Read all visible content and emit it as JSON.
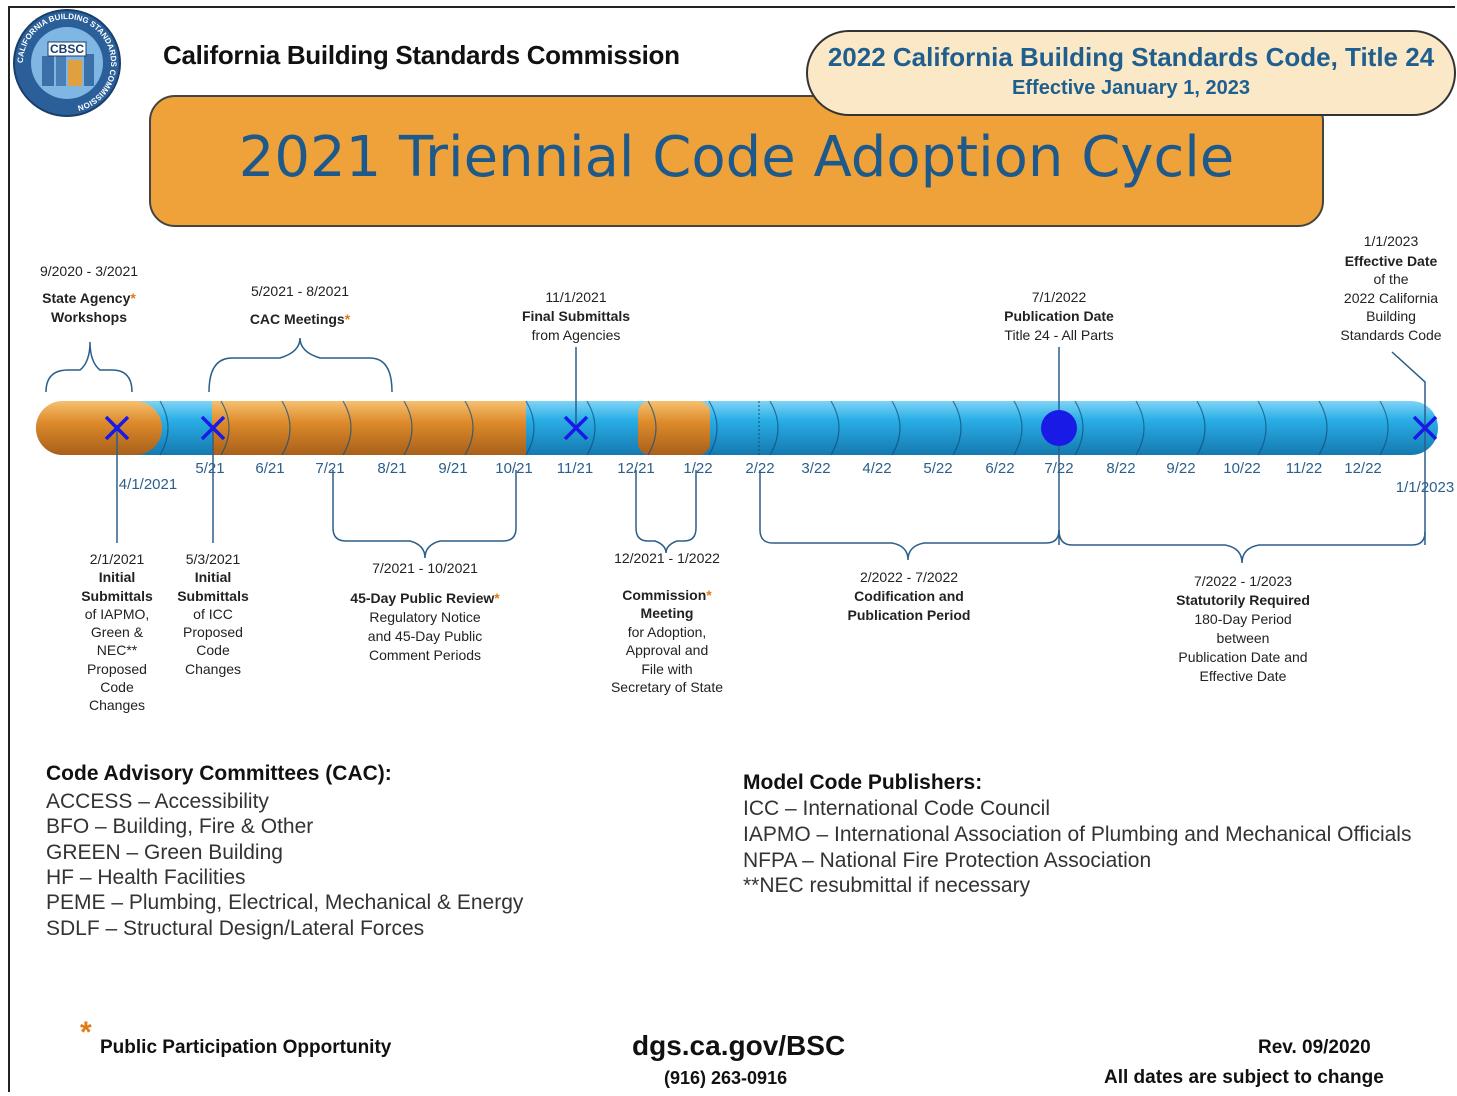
{
  "header": {
    "logo_text": "CBSC",
    "logo_ring_text": "CALIFORNIA BUILDING STANDARDS COMMISSION",
    "org_name": "California Building Standards Commission",
    "code_title": "2022 California Building Standards Code, Title 24",
    "code_effective": "Effective January 1, 2023",
    "cycle_title": "2021 Triennial Code Adoption Cycle"
  },
  "colors": {
    "orange": "#f0a23a",
    "blue_title": "#1d5a8b",
    "timeline_blue": "#29aee6",
    "timeline_orange": "#d98a2c",
    "marker": "#1a1ae6",
    "star": "#e07b16"
  },
  "timeline": {
    "month_ticks": [
      "5/21",
      "6/21",
      "7/21",
      "8/21",
      "9/21",
      "10/21",
      "11/21",
      "12/21",
      "1/22",
      "2/22",
      "3/22",
      "4/22",
      "5/22",
      "6/22",
      "7/22",
      "8/22",
      "9/22",
      "10/22",
      "11/22",
      "12/22"
    ],
    "start_label": "4/1/2021",
    "end_label": "1/1/2023"
  },
  "events_top": {
    "workshops": {
      "date": "9/2020 - 3/2021",
      "title_1": "State Agency",
      "title_2": "Workshops"
    },
    "cac": {
      "date": "5/2021 - 8/2021",
      "title": "CAC Meetings"
    },
    "final_submittals": {
      "date": "11/1/2021",
      "title": "Final Submittals",
      "sub": "from Agencies"
    },
    "publication": {
      "date": "7/1/2022",
      "title": "Publication Date",
      "sub": "Title 24 - All Parts"
    },
    "effective": {
      "date": "1/1/2023",
      "title": "Effective Date",
      "lines": [
        "of the",
        "2022 California",
        "Building",
        "Standards Code"
      ]
    }
  },
  "events_bottom": {
    "iapmo": {
      "date": "2/1/2021",
      "title_1": "Initial",
      "title_2": "Submittals",
      "lines": [
        "of IAPMO,",
        "Green &",
        "NEC**",
        "Proposed",
        "Code",
        "Changes"
      ]
    },
    "icc": {
      "date": "5/3/2021",
      "title_1": "Initial",
      "title_2": "Submittals",
      "lines": [
        "of ICC",
        "Proposed",
        "Code",
        "Changes"
      ]
    },
    "public_review": {
      "date": "7/2021 - 10/2021",
      "title": "45-Day Public Review",
      "lines": [
        "Regulatory Notice",
        "and 45-Day Public",
        "Comment Periods"
      ]
    },
    "commission": {
      "date": "12/2021 - 1/2022",
      "title_1": "Commission",
      "title_2": "Meeting",
      "lines": [
        "for Adoption,",
        "Approval and",
        "File with",
        "Secretary of State"
      ]
    },
    "codification": {
      "date": "2/2022 - 7/2022",
      "title_1": "Codification and",
      "title_2": "Publication Period"
    },
    "statutory": {
      "date": "7/2022 - 1/2023",
      "title": "Statutorily Required",
      "lines": [
        "180-Day Period",
        "between",
        "Publication Date and",
        "Effective Date"
      ]
    }
  },
  "cac_legend": {
    "heading": "Code Advisory Committees (CAC):",
    "items": [
      "ACCESS – Accessibility",
      "BFO – Building, Fire & Other",
      "GREEN – Green Building",
      "HF – Health Facilities",
      "PEME – Plumbing, Electrical, Mechanical & Energy",
      "SDLF – Structural Design/Lateral Forces"
    ]
  },
  "model_code_publishers": {
    "heading": "Model Code Publishers:",
    "items": [
      "ICC – International Code Council",
      "IAPMO – International Association of Plumbing and Mechanical Officials",
      "NFPA – National Fire Protection Association",
      "**NEC resubmittal if necessary"
    ]
  },
  "footer": {
    "star": "*",
    "public_participation": "Public Participation Opportunity",
    "url": "dgs.ca.gov/BSC",
    "phone": "(916) 263-0916",
    "rev": "Rev. 09/2020",
    "note": "All dates are subject to change"
  }
}
